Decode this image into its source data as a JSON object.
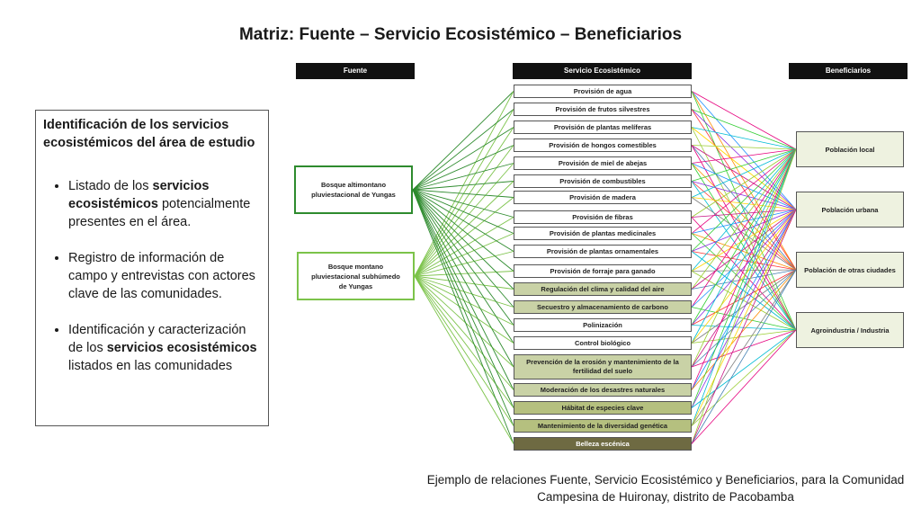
{
  "title": "Matriz: Fuente – Servicio Ecosistémico – Beneficiarios",
  "textbox": {
    "heading": "Identificación de los servicios ecosistémicos del área de estudio",
    "bullets": [
      {
        "before": "Listado de los ",
        "bold": "servicios ecosistémicos",
        "after": " potencialmente presentes en el área."
      },
      {
        "before": "Registro de información de campo y entrevistas con actores clave de las comunidades.",
        "bold": "",
        "after": ""
      },
      {
        "before": "Identificación y caracterización de los ",
        "bold": "servicios ecosistémicos",
        "after": " listados en las comunidades"
      }
    ]
  },
  "headers": {
    "fuente": "Fuente",
    "servicio": "Servicio Ecosistémico",
    "beneficiarios": "Beneficiarios"
  },
  "sources": [
    {
      "label": "Bosque altimontano pluviestacional de Yungas",
      "color": "#2e8b2e"
    },
    {
      "label": "Bosque montano pluviestacional subhúmedo de Yungas",
      "color": "#7cc34a"
    }
  ],
  "services": [
    {
      "label": "Provisión de agua",
      "fill": "#ffffff"
    },
    {
      "label": "Provisión de frutos silvestres",
      "fill": "#ffffff"
    },
    {
      "label": "Provisión de plantas melíferas",
      "fill": "#ffffff"
    },
    {
      "label": "Provisión de hongos comestibles",
      "fill": "#ffffff"
    },
    {
      "label": "Provisión de miel de abejas",
      "fill": "#ffffff"
    },
    {
      "label": "Provisión de combustibles",
      "fill": "#ffffff"
    },
    {
      "label": "Provisión de madera",
      "fill": "#ffffff"
    },
    {
      "label": "Provisión de fibras",
      "fill": "#ffffff"
    },
    {
      "label": "Provisión de plantas medicinales",
      "fill": "#ffffff"
    },
    {
      "label": "Provisión de plantas ornamentales",
      "fill": "#ffffff"
    },
    {
      "label": "Provisión de forraje para ganado",
      "fill": "#ffffff"
    },
    {
      "label": "Regulación del clima y calidad del aire",
      "fill": "#c9d2a6"
    },
    {
      "label": "Secuestro y almacenamiento de carbono",
      "fill": "#c9d2a6"
    },
    {
      "label": "Polinización",
      "fill": "#ffffff"
    },
    {
      "label": "Control biológico",
      "fill": "#ffffff"
    },
    {
      "label": "Prevención de la erosión y mantenimiento de la fertilidad del suelo",
      "fill": "#c9d2a6"
    },
    {
      "label": "Moderación de los desastres naturales",
      "fill": "#c9d2a6"
    },
    {
      "label": "Hábitat de especies clave",
      "fill": "#b5c07f"
    },
    {
      "label": "Mantenimiento de la diversidad genética",
      "fill": "#b5c07f"
    },
    {
      "label": "Belleza escénica",
      "fill": "#6e6a42"
    }
  ],
  "beneficiaries": [
    {
      "label": "Población local"
    },
    {
      "label": "Población urbana"
    },
    {
      "label": "Población de otras ciudades"
    },
    {
      "label": "Agroindustria / Industria"
    }
  ],
  "link_colors": [
    "#e6007e",
    "#1e90ff",
    "#ff8c00",
    "#32cd32",
    "#8a2be2",
    "#ff3333",
    "#00bcd4",
    "#ffd600",
    "#808080",
    "#9acd32",
    "#c71585",
    "#4682b4"
  ],
  "caption": "Ejemplo de relaciones Fuente, Servicio Ecosistémico y Beneficiarios, para la Comunidad Campesina de Huironay, distrito de Pacobamba"
}
